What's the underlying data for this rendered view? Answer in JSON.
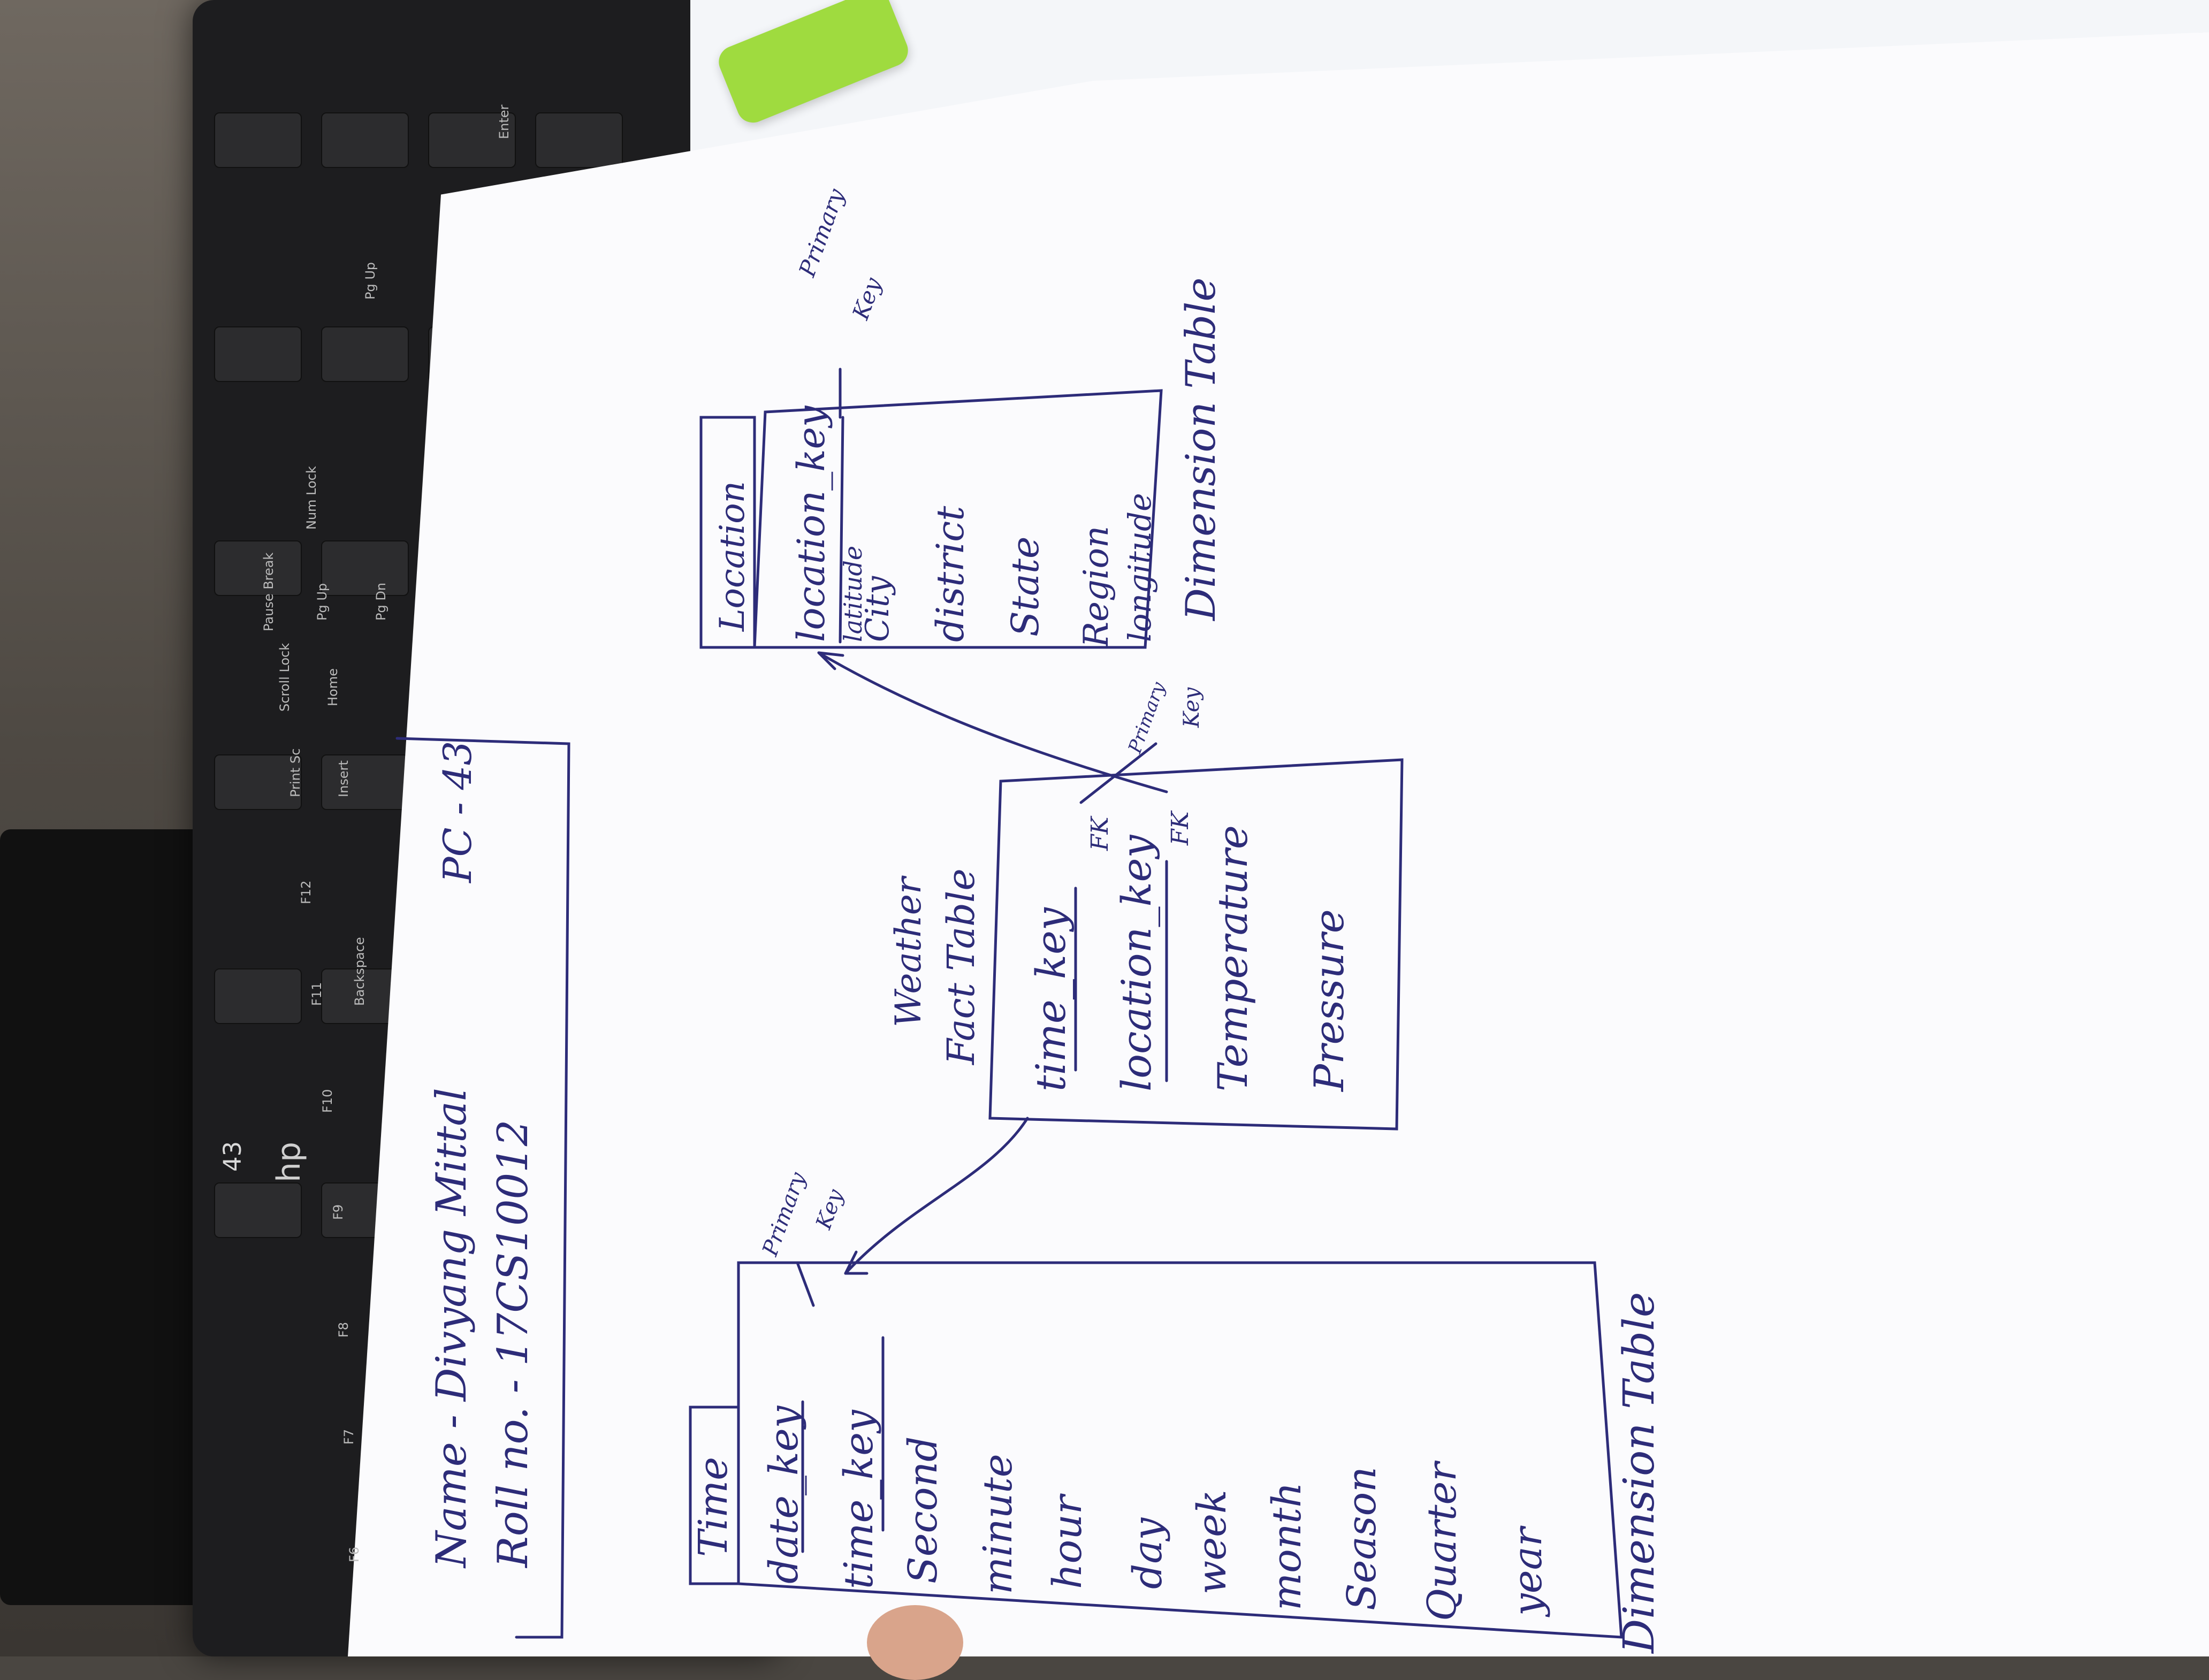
{
  "keyboard": {
    "brand": "hp",
    "keys": [
      "F6",
      "F7",
      "F8",
      "F9",
      "F10",
      "F11",
      "F12",
      "Print Sc",
      "Scroll Lock",
      "Pause Break",
      "Insert",
      "Home",
      "Pg Up",
      "Num Lock",
      "Backspace",
      "Enter",
      "Pg Dn",
      "Pg Up"
    ],
    "tag": "43"
  },
  "sheet": {
    "header": {
      "name": "Name - Divyang Mittal",
      "pc": "PC - 43",
      "roll": "Roll no. - 17CS10012"
    },
    "time_table": {
      "title": "Time",
      "fields": [
        "date_key",
        "time_key",
        "Second",
        "minute",
        "hour",
        "day",
        "week",
        "month",
        "Season",
        "Quarter",
        "year"
      ],
      "primary_key_label_1": "Primary",
      "primary_key_label_2": "Key",
      "caption": "Dimension Table"
    },
    "fact_table": {
      "title_1": "Weather",
      "title_2": "Fact Table",
      "fields": [
        "time_key",
        "location_key",
        "Temperature",
        "Pressure"
      ],
      "fk_1": "FK",
      "fk_2": "FK",
      "primary_key_label_1": "Primary",
      "primary_key_label_2": "Key"
    },
    "location_table": {
      "title": "Location",
      "fields": [
        "location_key",
        "latitude",
        "City",
        "district",
        "State",
        "Region",
        "longitude"
      ],
      "primary_key_label_1": "Primary",
      "primary_key_label_2": "Key",
      "caption": "Dimension Table"
    }
  }
}
